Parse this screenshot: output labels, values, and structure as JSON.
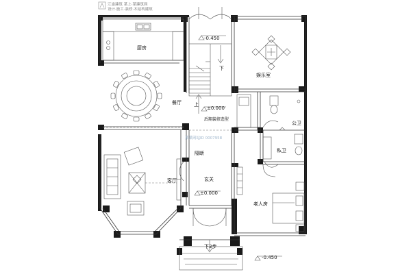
{
  "watermark": {
    "line1": "江渝建筑 某上·某建筑网",
    "line2": "设计·施工·装修·木结构建筑"
  },
  "rooms": {
    "kitchen": "厨房",
    "dining": "餐厅",
    "living": "客厅",
    "entry": "玄关",
    "foyer": "隔断",
    "recreation": "娱乐室",
    "public_bath": "公卫",
    "private_bath": "私卫",
    "elder_room": "老人房"
  },
  "notes": {
    "stair_down": "下",
    "stair_up": "上",
    "stair_note": "后期装修造型",
    "steps_down": "下3步",
    "center_watermark": "某某网站ID 0007958"
  },
  "levels": {
    "top": "-0.450",
    "floor": "±0.000",
    "floor2": "±0.000",
    "bottom": "-0.450"
  }
}
